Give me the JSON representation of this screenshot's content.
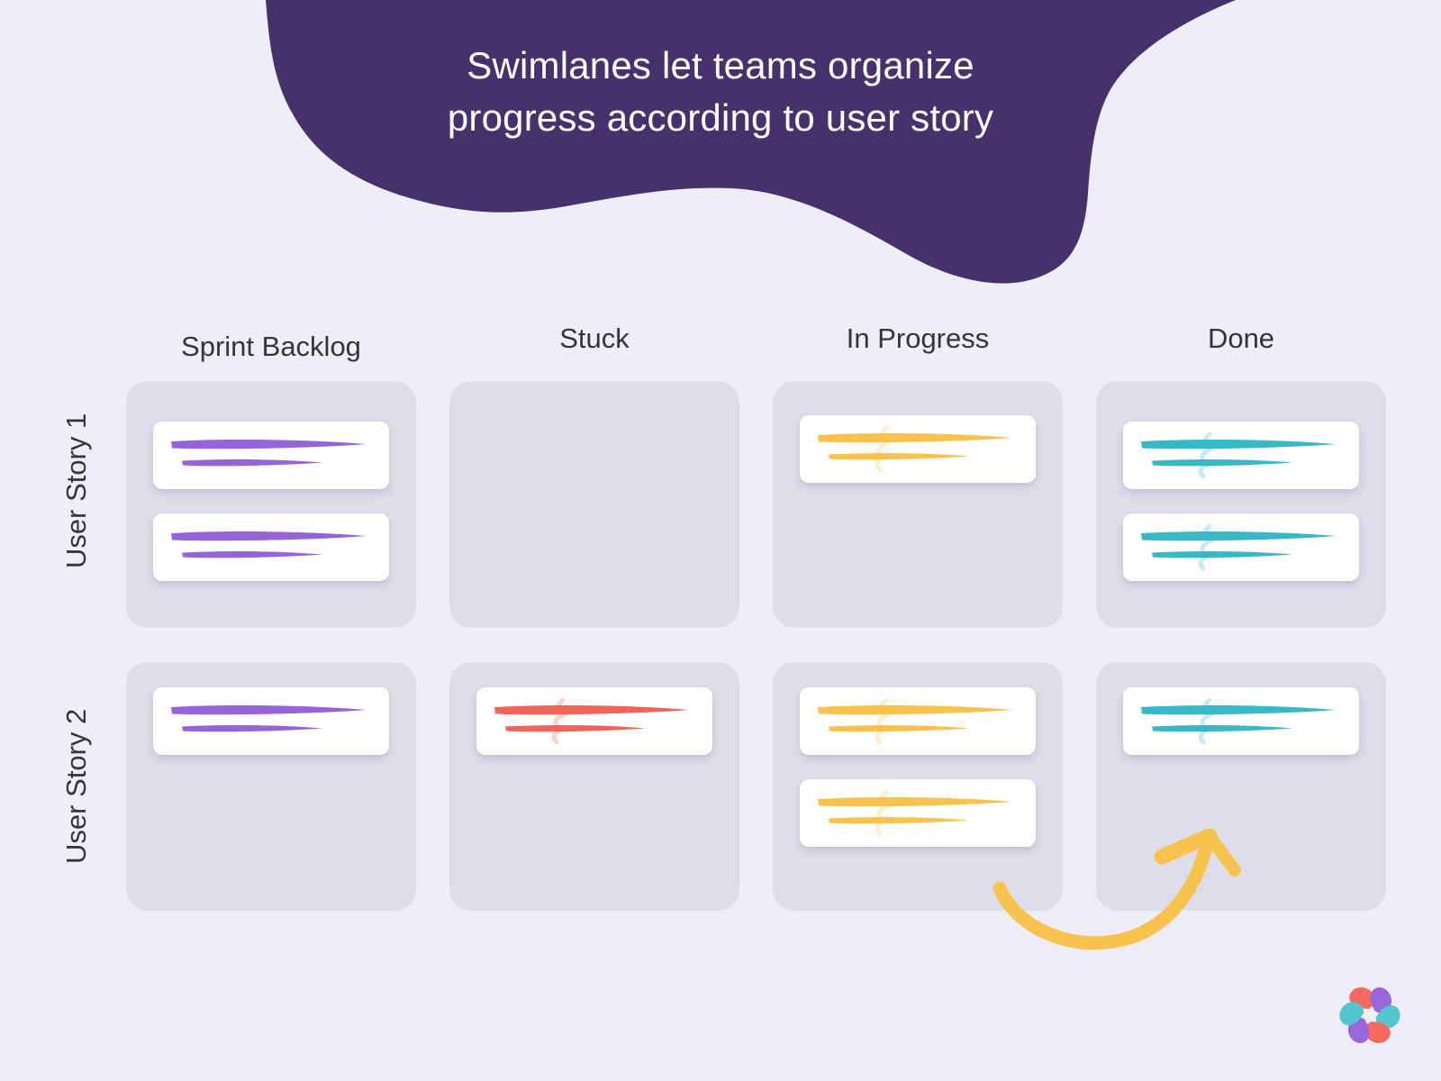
{
  "title": {
    "line1": "Swimlanes let teams organize",
    "line2": "progress according to user story"
  },
  "board": {
    "columns": [
      "Sprint Backlog",
      "Stuck",
      "In Progress",
      "Done"
    ],
    "rows": [
      "User Story 1",
      "User Story 2"
    ],
    "cells": [
      {
        "row": 0,
        "column": 0,
        "cards": [
          {
            "color": "purple",
            "squiggle": false
          },
          {
            "color": "purple",
            "squiggle": false
          }
        ]
      },
      {
        "row": 0,
        "column": 1,
        "cards": []
      },
      {
        "row": 0,
        "column": 2,
        "cards": [
          {
            "color": "yellow",
            "squiggle": true
          }
        ]
      },
      {
        "row": 0,
        "column": 3,
        "cards": [
          {
            "color": "teal",
            "squiggle": true
          },
          {
            "color": "teal",
            "squiggle": true
          }
        ]
      },
      {
        "row": 1,
        "column": 0,
        "cards": [
          {
            "color": "purple",
            "squiggle": false
          }
        ]
      },
      {
        "row": 1,
        "column": 1,
        "cards": [
          {
            "color": "red",
            "squiggle": true
          }
        ]
      },
      {
        "row": 1,
        "column": 2,
        "cards": [
          {
            "color": "yellow",
            "squiggle": true
          },
          {
            "color": "yellow",
            "squiggle": true
          }
        ]
      },
      {
        "row": 1,
        "column": 3,
        "cards": [
          {
            "color": "teal",
            "squiggle": true
          }
        ]
      }
    ]
  },
  "annotation": {
    "arrow_icon": "hand-drawn curved arrow from In Progress lane to Done lane"
  },
  "icons": {
    "logo": "pinwheel-flower-logo"
  },
  "colors": {
    "background": "#EFEDF7",
    "blob": "#46316C",
    "lane": "#DFDDE9",
    "card": "#FFFFFF",
    "heading_text": "#34333E",
    "title_text": "#FFFFFF",
    "arrow": "#F8C24F",
    "scribble": {
      "purple": "#9763D8",
      "yellow": "#F8C24F",
      "red": "#F26359",
      "teal": "#38B7C6"
    },
    "logo_palette": {
      "coral": "#F4685E",
      "purple": "#9A66DB",
      "teal": "#52C5CF"
    },
    "logo_petals": [
      "coral",
      "purple",
      "teal",
      "coral",
      "purple",
      "teal"
    ]
  }
}
